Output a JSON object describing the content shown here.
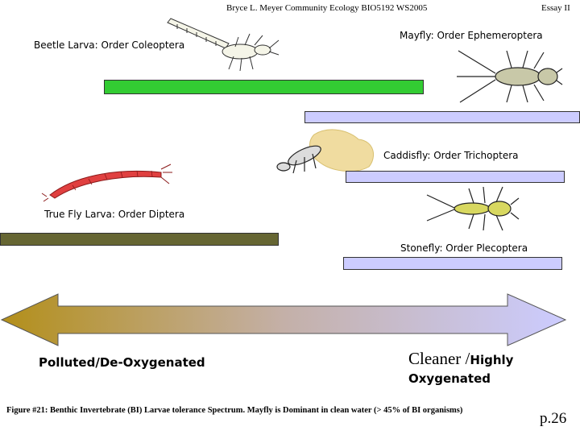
{
  "header": {
    "author": "Bryce L. Meyer  Community Ecology BIO5192 WS2005",
    "essay": "Essay II"
  },
  "organisms": [
    {
      "label": "Beetle Larva: Order Coleoptera",
      "icon": "beetle-larva-icon",
      "bar_color": "#33cc33"
    },
    {
      "label": "Mayfly: Order Ephemeroptera",
      "icon": "mayfly-icon",
      "bar_color": "#ccccff"
    },
    {
      "label": "Caddisfly: Order Trichoptera",
      "icon": "caddisfly-icon",
      "bar_color": "#ccccff"
    },
    {
      "label": "True Fly Larva: Order Diptera",
      "icon": "true-fly-larva-icon",
      "bar_color": "#666633"
    },
    {
      "label": "Stonefly: Order Plecoptera",
      "icon": "stonefly-icon",
      "bar_color": "#ccccff"
    }
  ],
  "spectrum": {
    "left_label": "Polluted/De-Oxygenated",
    "right_label_main": "Cleaner /",
    "right_label_tail": "Highly",
    "right_label_line2": "Oxygenated",
    "color_left": "#b38f1a",
    "color_right": "#ccccff"
  },
  "caption": "Figure #21: Benthic Invertebrate (BI) Larvae tolerance Spectrum. Mayfly is Dominant in clean water (> 45% of BI organisms)",
  "page_number": "p.26"
}
